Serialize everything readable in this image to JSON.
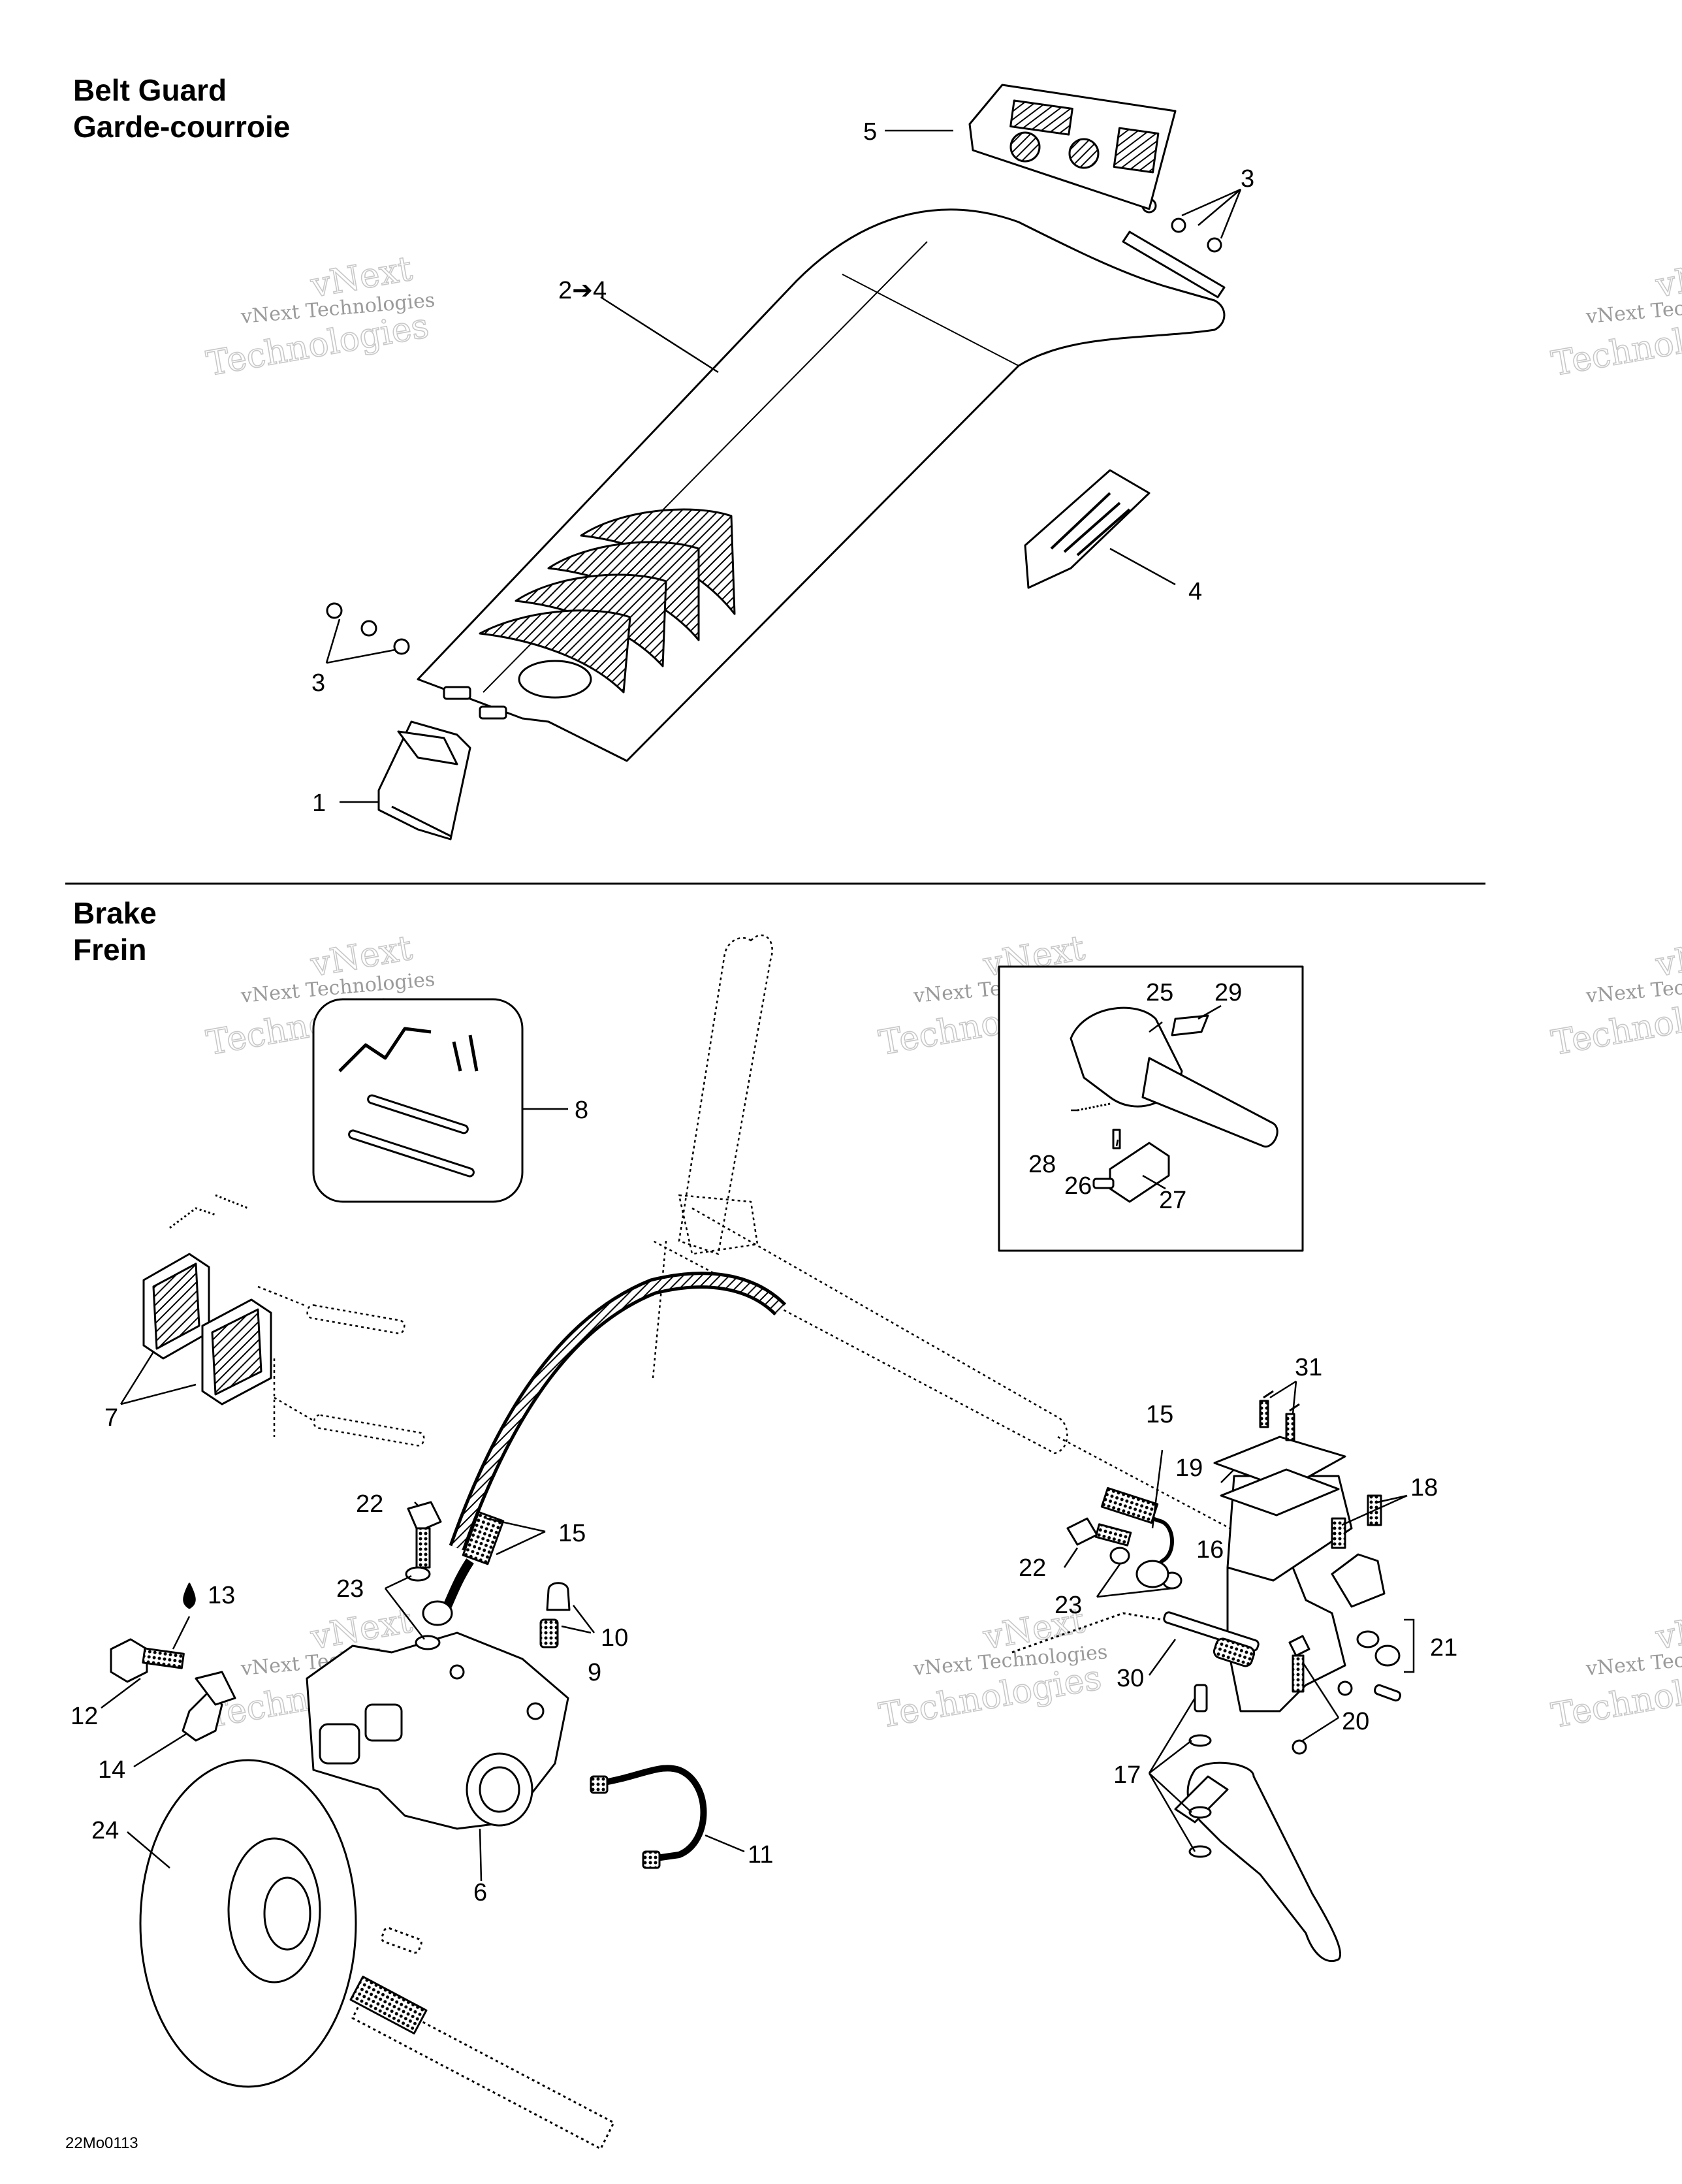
{
  "sections": {
    "belt_guard": {
      "title_en": "Belt Guard",
      "title_fr": "Garde-courroie"
    },
    "brake": {
      "title_en": "Brake",
      "title_fr": "Frein"
    }
  },
  "callouts": {
    "belt_guard": {
      "c1": "1",
      "c2to4": "2➔4",
      "c3a": "3",
      "c3b": "3",
      "c4": "4",
      "c5": "5"
    },
    "brake": {
      "c6": "6",
      "c7": "7",
      "c8": "8",
      "c9": "9",
      "c10": "10",
      "c11": "11",
      "c12": "12",
      "c13": "13",
      "c14": "14",
      "c15a": "15",
      "c15b": "15",
      "c16": "16",
      "c17": "17",
      "c18": "18",
      "c19": "19",
      "c20": "20",
      "c21": "21",
      "c22a": "22",
      "c22b": "22",
      "c23a": "23",
      "c23b": "23",
      "c24": "24",
      "c25": "25",
      "c26": "26",
      "c27": "27",
      "c28": "28",
      "c29": "29",
      "c30": "30",
      "c31": "31"
    }
  },
  "watermark": {
    "line1": "vNext",
    "line2": "vNext Technologies",
    "line3": "Technologies"
  },
  "diagram_code": "22Mo0113"
}
